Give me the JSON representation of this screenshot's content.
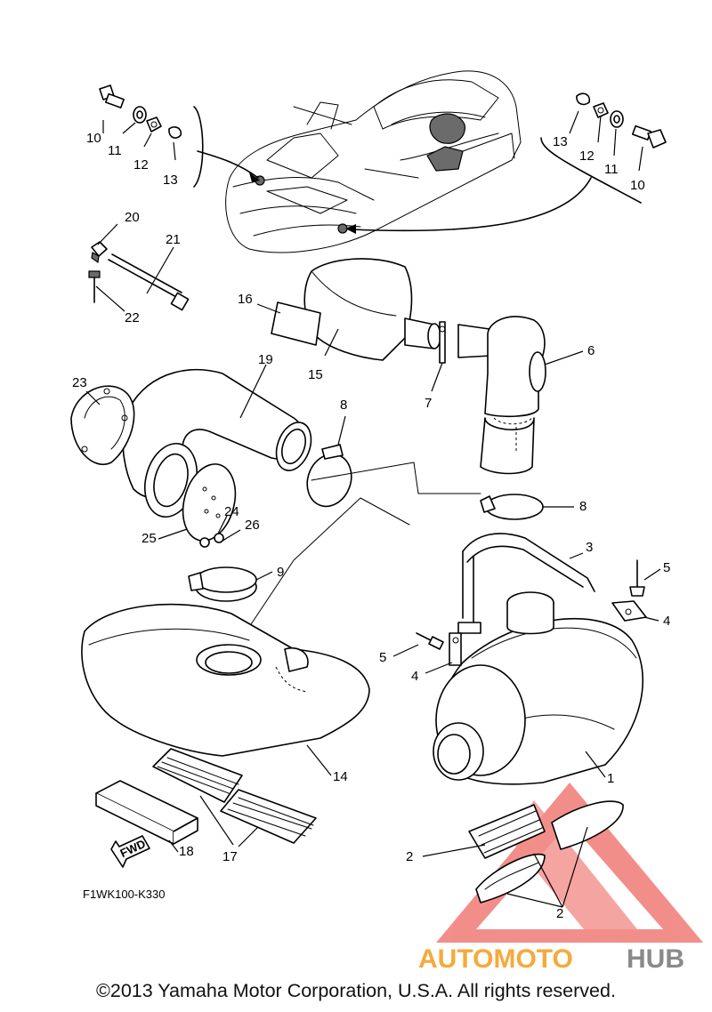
{
  "diagram": {
    "drawing_code": "F1WK100-K330",
    "direction_arrow": "FWD",
    "copyright": "©2013 Yamaha Motor Corporation, U.S.A. All rights reserved.",
    "watermark": {
      "text_a": "AUTOMOTO",
      "text_b": "HUB",
      "color_a": "#f6a93b",
      "color_b": "#8a8a8a",
      "logo_color": "#e8332a"
    },
    "callouts": [
      {
        "n": "10"
      },
      {
        "n": "11"
      },
      {
        "n": "12"
      },
      {
        "n": "13"
      },
      {
        "n": "13"
      },
      {
        "n": "12"
      },
      {
        "n": "11"
      },
      {
        "n": "10"
      },
      {
        "n": "20"
      },
      {
        "n": "21"
      },
      {
        "n": "22"
      },
      {
        "n": "16"
      },
      {
        "n": "15"
      },
      {
        "n": "7"
      },
      {
        "n": "6"
      },
      {
        "n": "19"
      },
      {
        "n": "23"
      },
      {
        "n": "8"
      },
      {
        "n": "8"
      },
      {
        "n": "24"
      },
      {
        "n": "26"
      },
      {
        "n": "25"
      },
      {
        "n": "9"
      },
      {
        "n": "3"
      },
      {
        "n": "5"
      },
      {
        "n": "4"
      },
      {
        "n": "5"
      },
      {
        "n": "4"
      },
      {
        "n": "1"
      },
      {
        "n": "14"
      },
      {
        "n": "2"
      },
      {
        "n": "18"
      },
      {
        "n": "17"
      },
      {
        "n": "2"
      }
    ]
  }
}
